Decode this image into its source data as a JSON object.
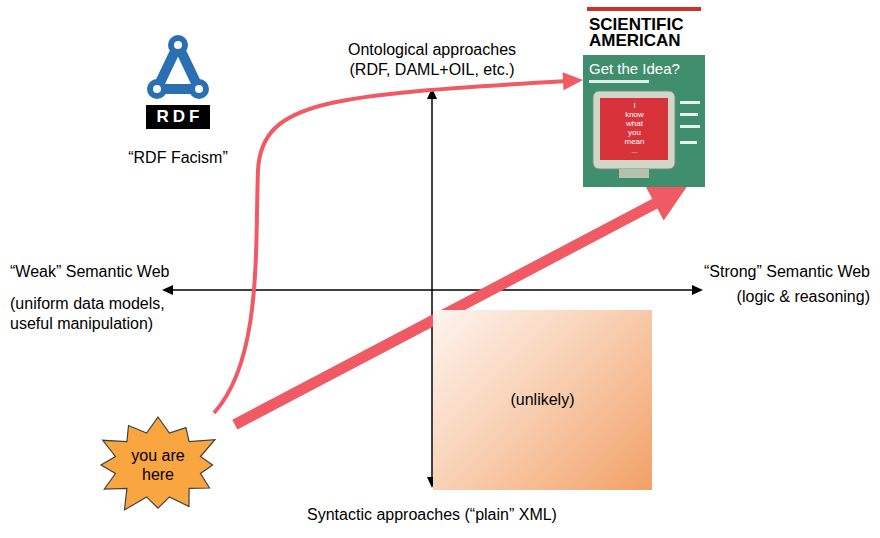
{
  "diagram": {
    "nodes": [
      {
        "text": [
          "RDF",
          "“RDF Facism”"
        ]
      },
      {
        "text": [
          "SCIENTIFIC AMERICAN",
          "Get the Idea?",
          "I know what you mean ..."
        ]
      },
      {
        "text": [
          "(unlikely)"
        ]
      },
      {
        "text": [
          "you are here"
        ]
      }
    ],
    "edges": [
      {
        "from": 3,
        "to": 1,
        "arrow": "to"
      },
      {
        "from": 3,
        "to": 1,
        "arrow": "to"
      }
    ],
    "labels": [
      "Ontological approaches",
      "(RDF, DAML+OIL, etc.)",
      "“Weak” Semantic Web",
      "(uniform data models, useful manipulation)",
      "“Strong” Semantic Web",
      "(logic & reasoning)",
      "Syntactic approaches (“plain” XML)"
    ]
  }
}
